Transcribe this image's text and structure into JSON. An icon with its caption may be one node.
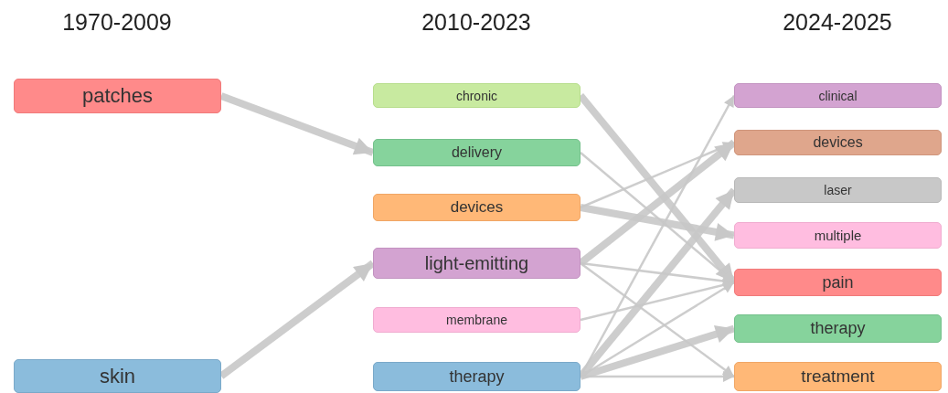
{
  "diagram": {
    "nodes": [
      {
        "text": [
          "patches"
        ]
      },
      {
        "text": [
          "skin"
        ]
      },
      {
        "text": [
          "chronic"
        ]
      },
      {
        "text": [
          "delivery"
        ]
      },
      {
        "text": [
          "devices"
        ]
      },
      {
        "text": [
          "light-emitting"
        ]
      },
      {
        "text": [
          "membrane"
        ]
      },
      {
        "text": [
          "therapy"
        ]
      },
      {
        "text": [
          "clinical"
        ]
      },
      {
        "text": [
          "devices"
        ]
      },
      {
        "text": [
          "laser"
        ]
      },
      {
        "text": [
          "multiple"
        ]
      },
      {
        "text": [
          "pain"
        ]
      },
      {
        "text": [
          "therapy"
        ]
      },
      {
        "text": [
          "treatment"
        ]
      }
    ],
    "edges": [
      {
        "from": 0,
        "to": 3,
        "arrow": "to",
        "style": "thick"
      },
      {
        "from": 1,
        "to": 5,
        "arrow": "to",
        "style": "thick"
      },
      {
        "from": 2,
        "to": 12,
        "arrow": "to",
        "style": "thick"
      },
      {
        "from": 3,
        "to": 12,
        "arrow": "to"
      },
      {
        "from": 4,
        "to": 9,
        "arrow": "to"
      },
      {
        "from": 4,
        "to": 11,
        "arrow": "to",
        "style": "thick"
      },
      {
        "from": 5,
        "to": 9,
        "arrow": "to",
        "style": "thick"
      },
      {
        "from": 5,
        "to": 12,
        "arrow": "to"
      },
      {
        "from": 5,
        "to": 14,
        "arrow": "to"
      },
      {
        "from": 6,
        "to": 12,
        "arrow": "to"
      },
      {
        "from": 7,
        "to": 8,
        "arrow": "to"
      },
      {
        "from": 7,
        "to": 10,
        "arrow": "to",
        "style": "thick"
      },
      {
        "from": 7,
        "to": 12,
        "arrow": "to"
      },
      {
        "from": 7,
        "to": 13,
        "arrow": "to",
        "style": "thick"
      },
      {
        "from": 7,
        "to": 14,
        "arrow": "to"
      }
    ],
    "labels": [
      "1970-2009",
      "2010-2023",
      "2024-2025"
    ]
  }
}
